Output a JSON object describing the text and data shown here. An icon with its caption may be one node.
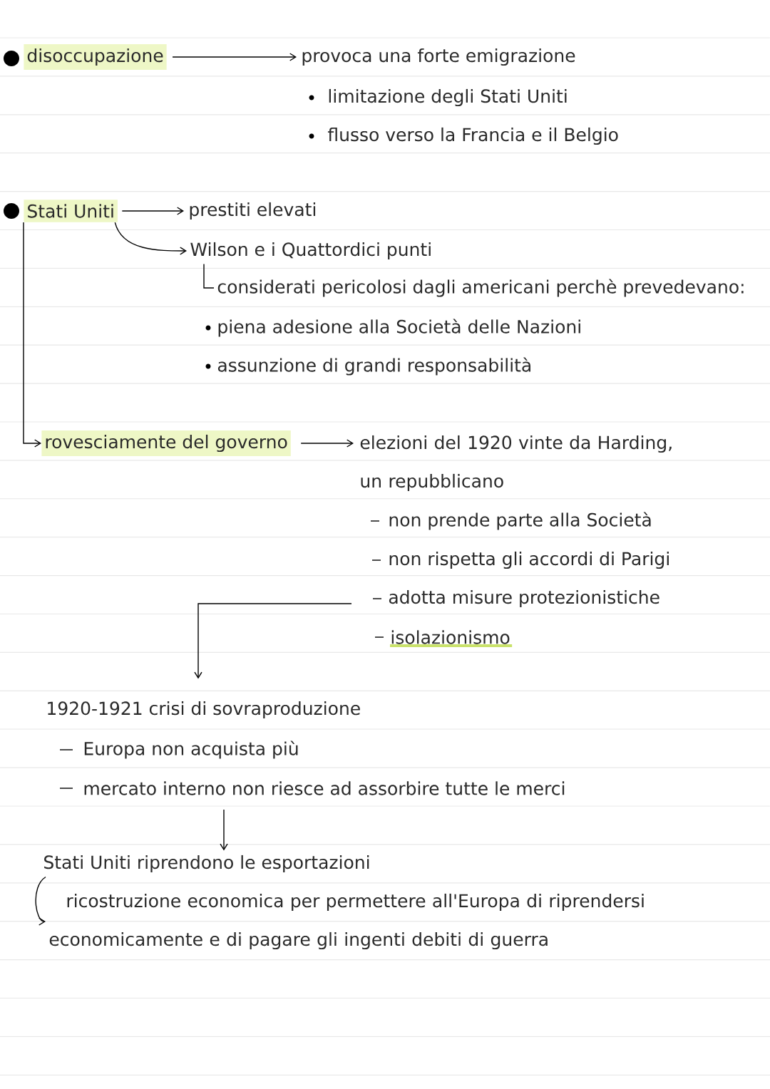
{
  "diagram": {
    "nodes": [
      {
        "text": [
          "disoccupazione"
        ]
      },
      {
        "text": [
          "provoca una forte emigrazione"
        ]
      },
      {
        "text": [
          "Stati Uniti"
        ]
      },
      {
        "text": [
          "prestiti elevati"
        ]
      },
      {
        "text": [
          "Wilson e i Quattordici punti"
        ]
      },
      {
        "text": [
          "considerati pericolosi dagli americani perchè prevedevano:"
        ]
      },
      {
        "text": [
          "rovesciamente del governo"
        ]
      },
      {
        "text": [
          "elezioni del 1920 vinte da Harding, un repubblicano"
        ]
      },
      {
        "text": [
          "1920-1921 crisi di sovraproduzione"
        ]
      },
      {
        "text": [
          "Stati Uniti riprendono le esportazioni"
        ]
      },
      {
        "text": [
          "ricostruzione economica per permettere all'Europa di riprendersi economicamente e di pagare gli ingenti debiti di guerra"
        ]
      }
    ],
    "edges": [
      {
        "from": 0,
        "to": 1,
        "arrow": "to"
      },
      {
        "from": 2,
        "to": 3,
        "arrow": "to"
      },
      {
        "from": 2,
        "to": 4,
        "arrow": "to"
      },
      {
        "from": 4,
        "to": 5,
        "arrow": "none"
      },
      {
        "from": 2,
        "to": 6,
        "arrow": "to"
      },
      {
        "from": 6,
        "to": 7,
        "arrow": "to"
      },
      {
        "from": null,
        "to": 8,
        "arrow": "to"
      },
      {
        "from": null,
        "to": 9,
        "arrow": "to"
      },
      {
        "from": 9,
        "to": 10,
        "arrow": "to"
      }
    ],
    "labels": [
      "limitazione degli Stati Uniti",
      "flusso verso la Francia e il Belgio",
      "piena adesione alla Società delle Nazioni",
      "assunzione di grandi responsabilità",
      "non prende parte alla Società",
      "non rispetta gli accordi di Parigi",
      "adotta misure protezionistiche",
      "isolazionismo",
      "Europa non acquista più",
      "mercato interno non riesce ad assorbire tutte le merci"
    ]
  }
}
